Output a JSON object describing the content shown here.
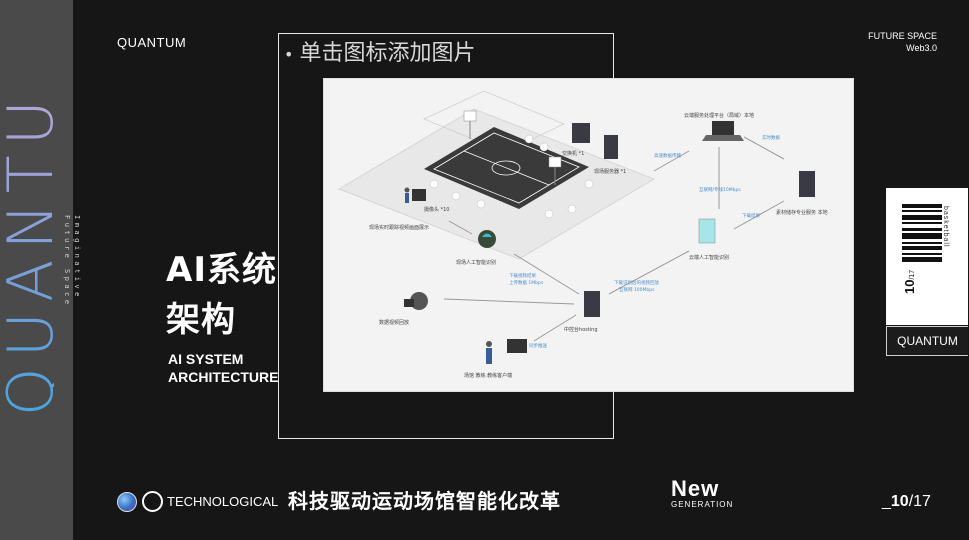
{
  "side": {
    "vertical_word": "QUANTU",
    "tagline_line1": "Imaginative",
    "tagline_line2": "Future Space"
  },
  "brand": "QUANTUM",
  "top_right": {
    "line1": "FUTURE SPACE",
    "line2": "Web3.0"
  },
  "placeholder": {
    "bullet": "•",
    "text": "单击图标添加图片"
  },
  "heading": {
    "cn_line1": "AI系统",
    "cn_line2": "架构",
    "en_line1": "AI SYSTEM",
    "en_line2": "ARCHITECTURE"
  },
  "diagram": {
    "labels": {
      "court_cam": "摄像头 *10",
      "display": "现场实时跟踪视频画面展示",
      "ai_recog": "现场人工智能识别",
      "switch": "交换机 *1",
      "server1": "现场服务器 *1",
      "cloud_platform": "云端服务处理平台（局域）本地",
      "cloud_ai": "云端人工智能识别",
      "storage": "素材储存专业服务 本地",
      "film": "数据视频回放",
      "host": "中控台hosting",
      "user": "场馆 教练 教练客户端"
    },
    "blue_labels": {
      "b1": "高速数据传输",
      "b2": "互联网/专线10Mbps",
      "b3": "实时数据",
      "b4": "下载结果",
      "b5": "下载识别后的视频回放",
      "b6": "互联网 100Mbps",
      "b7": "下载视频结果",
      "b8": "上传数据 1Mbps",
      "b9": "同步推送"
    }
  },
  "card": {
    "number": "10",
    "sub": "/17",
    "vertical_word": "basketball",
    "quantum": "QUANTUM"
  },
  "footer": {
    "tech": "TECHNOLOGICAL",
    "subtitle": "科技驱动运动场馆智能化改革",
    "new": "New",
    "generation": "GENERATION",
    "page_prefix": "_",
    "page_current": "10",
    "page_total": "/17"
  },
  "colors": {
    "background": "#161616",
    "side_strip": "#4a4a4a",
    "gradient_top": "#4aa3e0",
    "gradient_bottom": "#b8a6d8"
  }
}
